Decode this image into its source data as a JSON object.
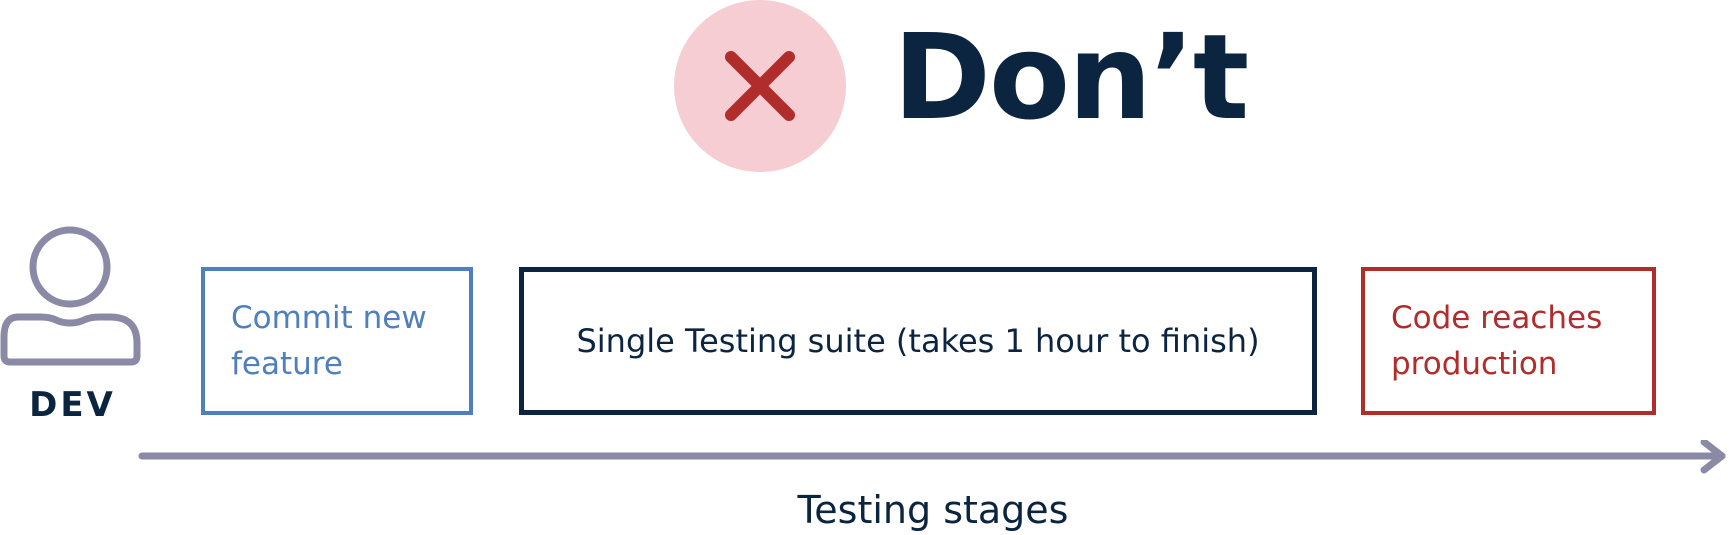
{
  "header": {
    "status_icon": "close-icon",
    "title": "Don’t"
  },
  "actor": {
    "icon": "user-icon",
    "label": "DEV"
  },
  "stages": [
    {
      "label": "Commit new feature",
      "color": "#4f7fbd"
    },
    {
      "label": "Single Testing suite (takes 1 hour to finish)",
      "color": "#0b2440"
    },
    {
      "label": "Code reaches production",
      "color": "#b02d2c"
    }
  ],
  "axis": {
    "label": "Testing stages",
    "arrow_icon": "arrow-right-icon"
  },
  "colors": {
    "badge_bg": "#f5cdd2",
    "badge_x": "#b02d2c",
    "text_dark": "#0b2440",
    "axis_gray": "#8a8aa6"
  }
}
